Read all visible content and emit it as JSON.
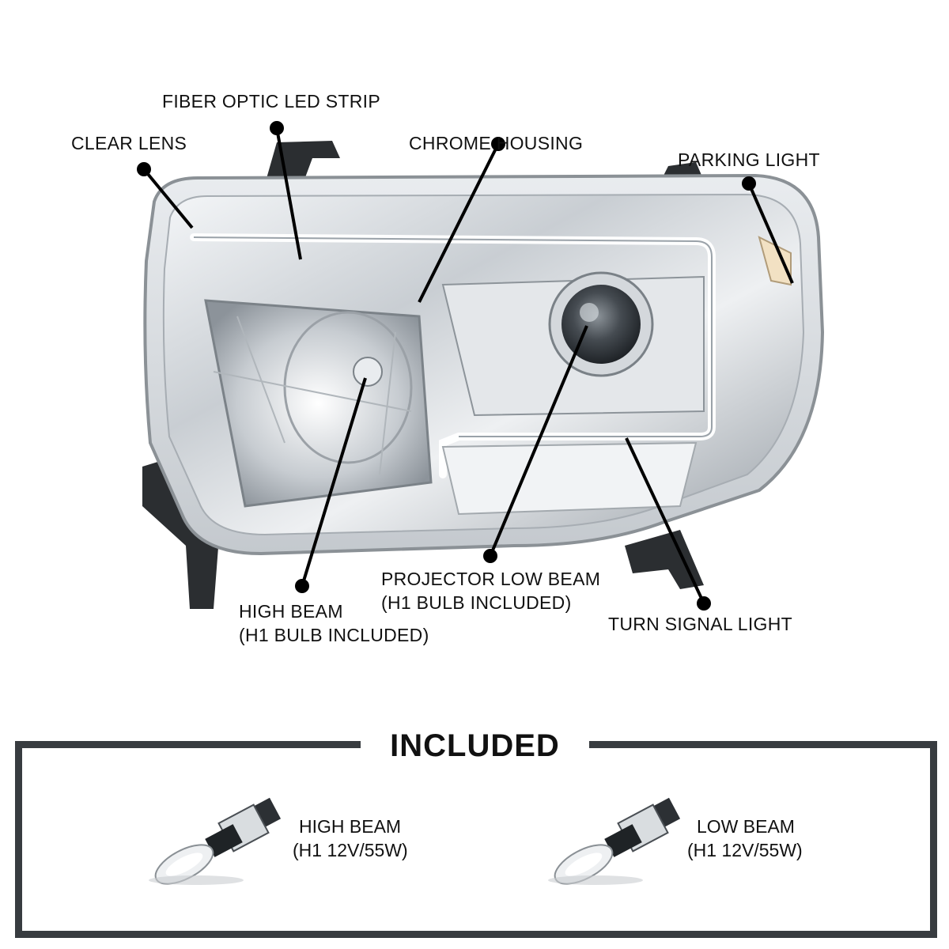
{
  "callouts": {
    "fiber_optic": "FIBER OPTIC LED STRIP",
    "clear_lens": "CLEAR LENS",
    "chrome_housing": "CHROME HOUSING",
    "parking_light": "PARKING LIGHT",
    "high_beam_line1": "HIGH BEAM",
    "high_beam_line2": "(H1 BULB INCLUDED)",
    "projector_line1": "PROJECTOR LOW BEAM",
    "projector_line2": "(H1 BULB INCLUDED)",
    "turn_signal": "TURN SIGNAL LIGHT"
  },
  "included": {
    "title": "INCLUDED",
    "items": [
      {
        "line1": "HIGH BEAM",
        "line2": "(H1 12V/55W)",
        "icon": "h1-bulb-icon"
      },
      {
        "line1": "LOW BEAM",
        "line2": "(H1 12V/55W)",
        "icon": "h1-bulb-icon"
      }
    ]
  },
  "colors": {
    "frame": "#383c40",
    "text": "#111111",
    "background": "#ffffff"
  }
}
